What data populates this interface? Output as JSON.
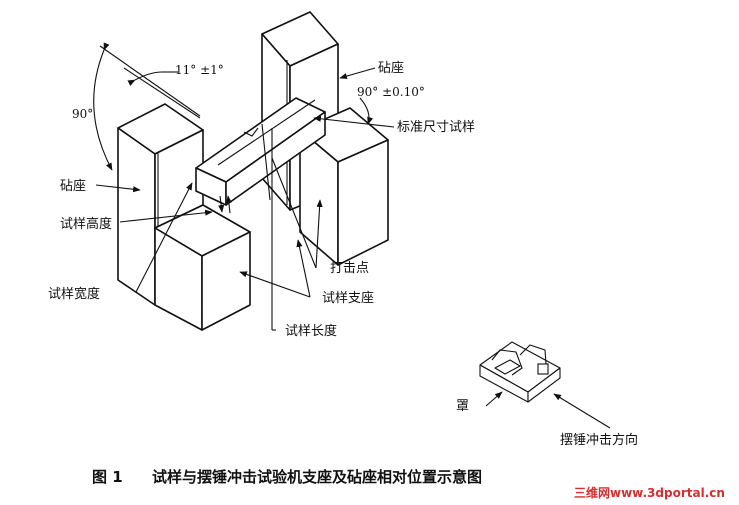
{
  "labels": {
    "anvil_top": "砧座",
    "angle_11": "11° ±1°",
    "angle_90": "90°",
    "angle_90_tol": "90° ±0.10°",
    "standard_specimen": "标准尺寸试样",
    "anvil_left": "砧座",
    "specimen_height": "试样高度",
    "strike_point": "打击点",
    "specimen_width": "试样宽度",
    "specimen_support": "试样支座",
    "specimen_length": "试样长度",
    "shroud": "罩",
    "swing_direction": "摆锤冲击方向"
  },
  "caption": {
    "figure_no": "图 1",
    "title": "试样与摆锤冲击试验机支座及砧座相对位置示意图"
  },
  "watermark": "三维网www.3dportal.cn"
}
